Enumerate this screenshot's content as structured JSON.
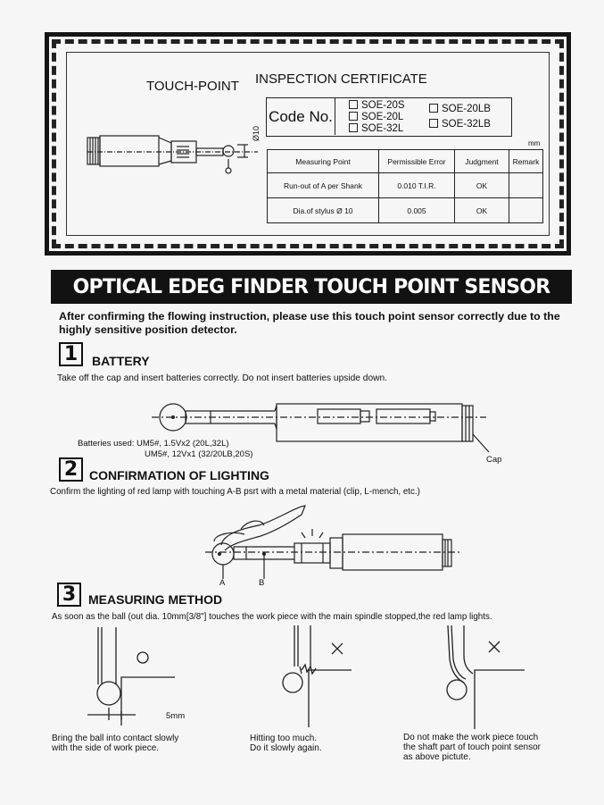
{
  "certificate": {
    "product_label": "TOUCH-POINT",
    "title": "INSPECTION CERTIFICATE",
    "code_label": "Code No.",
    "codes": [
      "SOE-20S",
      "SOE-20L",
      "SOE-32L",
      "SOE-20LB",
      "SOE-32LB"
    ],
    "dim_label": "Ø10",
    "unit": "mm",
    "table": {
      "headers": [
        "Measuring Point",
        "Permissible Error",
        "Judgment",
        "Remark"
      ],
      "rows": [
        {
          "point": "Run-out of A per Shank",
          "error": "0.010 T.I.R.",
          "judgment": "OK",
          "remark": ""
        },
        {
          "point": "Dia.of stylus Ø 10",
          "error": "0.005",
          "judgment": "OK",
          "remark": ""
        }
      ]
    }
  },
  "banner": "OPTICAL EDEG FINDER TOUCH POINT SENSOR",
  "intro": "After confirming the flowing instruction, please use this touch point sensor correctly due to the highly sensitive position detector.",
  "sections": [
    {
      "number": "1",
      "heading": "BATTERY",
      "text": "Take off the cap and insert batteries correctly. Do not insert batteries upside down.",
      "batteries_label": "Batteries used: UM5#, 1.5Vx2 (20L,32L)",
      "batteries_line2": "UM5#, 12Vx1 (32/20LB,20S)",
      "cap_label": "Cap"
    },
    {
      "number": "2",
      "heading": "CONFIRMATION OF LIGHTING",
      "text": "Confirm the lighting of red lamp with touching A-B psrt with a metal material (clip, L-mench, etc.)",
      "label_a": "A",
      "label_b": "B"
    },
    {
      "number": "3",
      "heading": "MEASURING METHOD",
      "text": "As soon as the ball (out dia. 10mm[3/8\"] touches the work piece with the main spindle stopped,the red lamp lights.",
      "dim": "5mm",
      "captions": [
        [
          "Bring the ball into contact slowly",
          "with the side of work piece."
        ],
        [
          "Hitting too much.",
          "Do it slowly again."
        ],
        [
          "Do not make the work piece touch",
          "the shaft part of touch point sensor",
          "as above pictute."
        ]
      ]
    }
  ]
}
